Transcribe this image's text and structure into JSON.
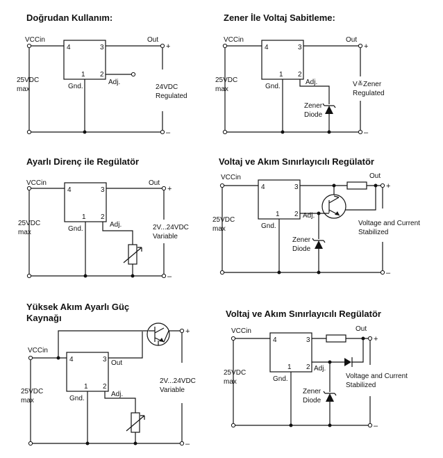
{
  "circuits": [
    {
      "title": "Doğrudan Kullanım:",
      "vcc": "VCCin",
      "out": "Out",
      "supply": "25VDC",
      "supply2": "max",
      "pins": [
        "4",
        "3",
        "1",
        "2"
      ],
      "gnd": "Gnd.",
      "adj": "Adj.",
      "output1": "24VDC",
      "output2": "Regulated",
      "plus": "+",
      "minus": "–"
    },
    {
      "title": "Zener İle Voltaj Sabitleme:",
      "vcc": "VCCin",
      "out": "Out",
      "supply": "25VDC",
      "supply2": "max",
      "pins": [
        "4",
        "3",
        "1",
        "2"
      ],
      "gnd": "Gnd.",
      "adj": "Adj.",
      "output1": "V≚Zener",
      "output2": "Regulated",
      "zener1": "Zener",
      "zener2": "Diode",
      "plus": "+",
      "minus": "–"
    },
    {
      "title": "Ayarlı Direnç ile Regülatör",
      "vcc": "VCCin",
      "out": "Out",
      "supply": "25VDC",
      "supply2": "max",
      "pins": [
        "4",
        "3",
        "1",
        "2"
      ],
      "gnd": "Gnd.",
      "adj": "Adj.",
      "output1": "2V...24VDC",
      "output2": "Variable",
      "plus": "+",
      "minus": "–"
    },
    {
      "title": "Voltaj ve Akım Sınırlayıcılı Regülatör",
      "vcc": "VCCin",
      "out": "Out",
      "supply": "25VDC",
      "supply2": "max",
      "pins": [
        "4",
        "3",
        "1",
        "2"
      ],
      "gnd": "Gnd.",
      "adj": "Adj.",
      "output1": "Voltage and Current",
      "output2": "Stabilized",
      "zener1": "Zener",
      "zener2": "Diode",
      "plus": "+",
      "minus": "–"
    },
    {
      "title": "Yüksek Akım Ayarlı Güç",
      "title2": "Kaynağı",
      "vcc": "VCCin",
      "out": "Out",
      "supply": "25VDC",
      "supply2": "max",
      "pins": [
        "4",
        "3",
        "1",
        "2"
      ],
      "gnd": "Gnd.",
      "adj": "Adj.",
      "output1": "2V...24VDC",
      "output2": "Variable",
      "plus": "+",
      "minus": "–"
    },
    {
      "title": "Voltaj ve Akım Sınırlayıcılı Regülatör",
      "vcc": "VCCin",
      "out": "Out",
      "supply": "25VDC",
      "supply2": "max",
      "pins": [
        "4",
        "3",
        "1",
        "2"
      ],
      "gnd": "Gnd.",
      "adj": "Adj.",
      "output1": "Voltage and Current",
      "output2": "Stabilized",
      "zener1": "Zener",
      "zener2": "Diode",
      "plus": "+",
      "minus": "–"
    }
  ]
}
